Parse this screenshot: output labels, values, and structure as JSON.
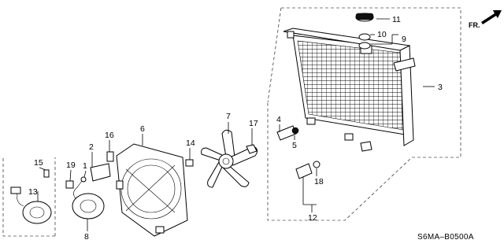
{
  "direction_label": "FR.",
  "diagram_code": "S6MA–B0500A",
  "callouts": {
    "c1": "1",
    "c2": "2",
    "c3": "3",
    "c4": "4",
    "c5": "5",
    "c6": "6",
    "c7": "7",
    "c8": "8",
    "c9": "9",
    "c10": "10",
    "c11": "11",
    "c12": "12",
    "c13": "13",
    "c14": "14",
    "c15": "15",
    "c16": "16",
    "c17": "17",
    "c18": "18",
    "c19": "19"
  }
}
